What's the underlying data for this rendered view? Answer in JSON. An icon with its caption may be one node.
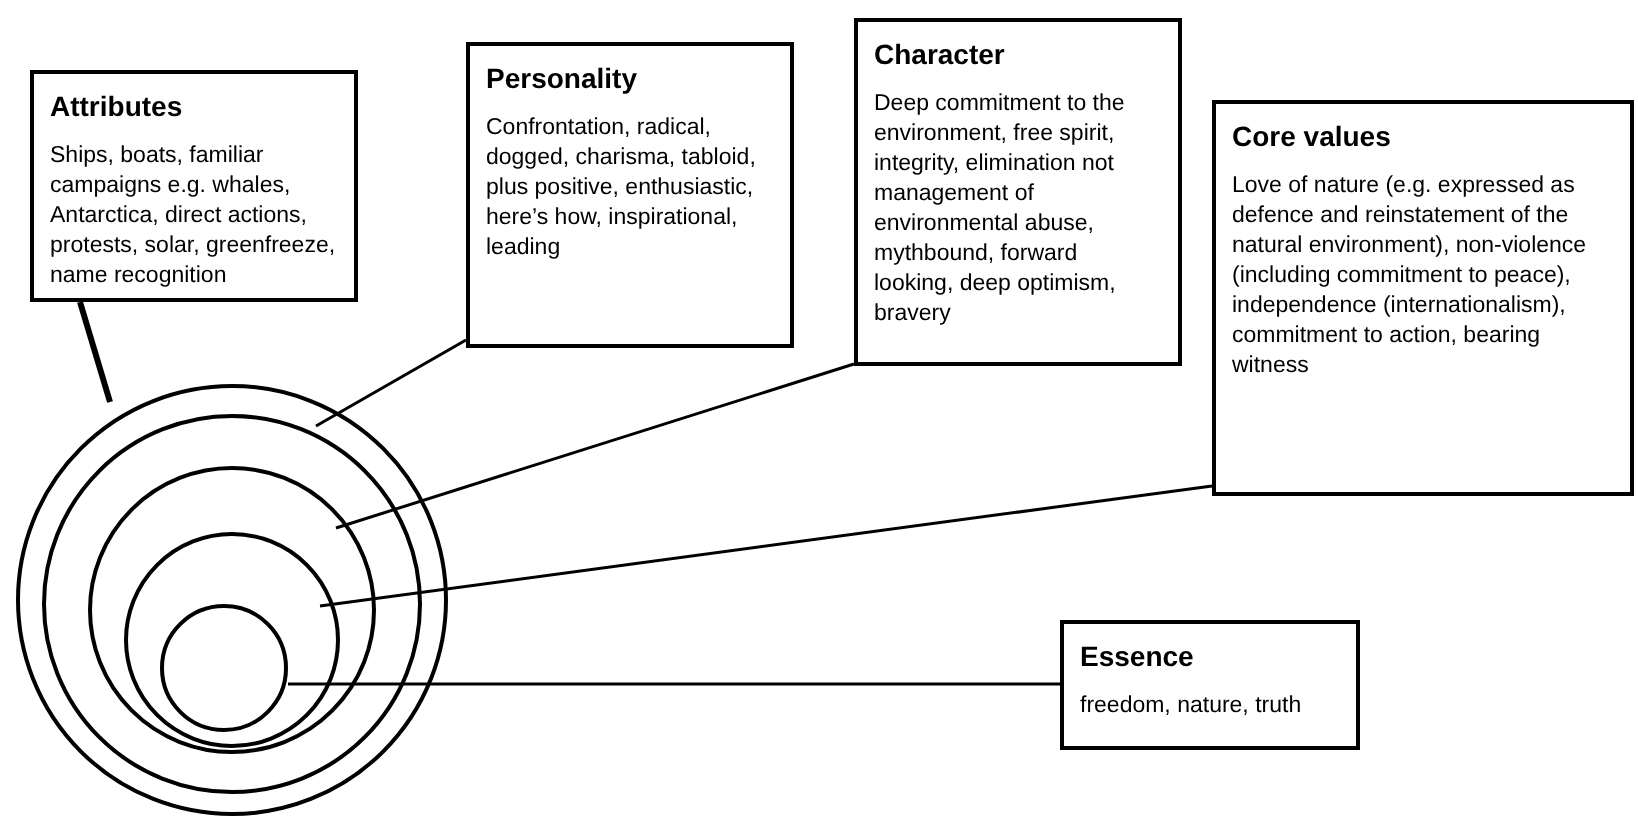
{
  "diagram": {
    "nodes": [
      {
        "text": [
          "Attributes",
          "Ships, boats, familiar campaigns e.g. whales, Antarctica, direct actions, protests, solar, greenfreeze, name recognition"
        ]
      },
      {
        "text": [
          "Personality",
          "Confrontation, radical, dogged, charisma, tabloid, plus positive, enthusiastic, here’s how, inspirational, leading"
        ]
      },
      {
        "text": [
          "Character",
          "Deep commitment to the environment, free spirit, integrity, elimination not management of environmental abuse, mythbound, forward looking, deep optimism, bravery"
        ]
      },
      {
        "text": [
          "Core values",
          "Love of nature (e.g. expressed as defence and reinstatement of the natural environment), non-violence (including commitment to peace), independence (internationalism), commitment to action, bearing witness"
        ]
      },
      {
        "text": [
          "Essence",
          "freedom, nature, truth"
        ]
      },
      {
        "text": [],
        "shape": "circle"
      },
      {
        "text": [],
        "shape": "circle",
        "in": 5
      },
      {
        "text": [],
        "shape": "circle",
        "in": 6
      },
      {
        "text": [],
        "shape": "circle",
        "in": 7
      },
      {
        "text": [],
        "shape": "circle",
        "in": 8
      }
    ],
    "edges": [
      {
        "from": 0,
        "to": 5,
        "arrow": "none",
        "style": "thick"
      },
      {
        "from": 1,
        "to": 6,
        "arrow": "none"
      },
      {
        "from": 2,
        "to": 7,
        "arrow": "none"
      },
      {
        "from": 3,
        "to": 8,
        "arrow": "none"
      },
      {
        "from": 4,
        "to": 9,
        "arrow": "none"
      }
    ]
  }
}
